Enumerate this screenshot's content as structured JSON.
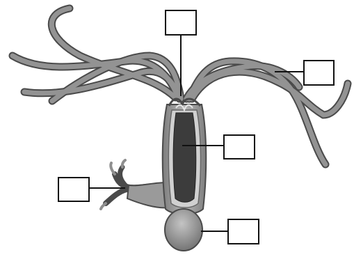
{
  "diagram": {
    "labels": [
      {
        "id": "mouth-label",
        "text": ""
      },
      {
        "id": "tentacle-label",
        "text": ""
      },
      {
        "id": "body-cavity-label",
        "text": ""
      },
      {
        "id": "bud-label",
        "text": ""
      },
      {
        "id": "basal-disc-label",
        "text": ""
      }
    ]
  },
  "colors": {
    "tentacle_fill": "#8f8f8f",
    "tentacle_edge": "#4a4a4a",
    "body_fill": "#9a9a9a",
    "cavity_fill": "#3c3c3c",
    "line": "#111111"
  }
}
